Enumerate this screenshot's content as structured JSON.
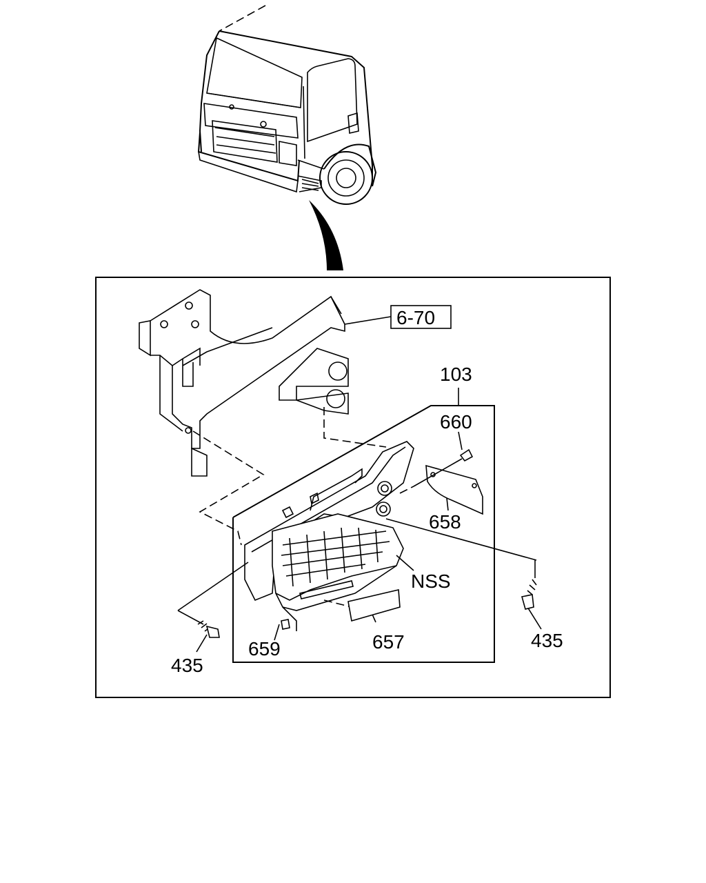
{
  "labels": {
    "ref_box": "6-70",
    "step_assembly": "103",
    "bolt_top": "660",
    "bracket": "658",
    "side_marker": "NSS",
    "screw_right": "435",
    "reflector": "657",
    "clip": "659",
    "screw_left": "435"
  },
  "colors": {
    "line": "#000000",
    "background": "#ffffff"
  }
}
